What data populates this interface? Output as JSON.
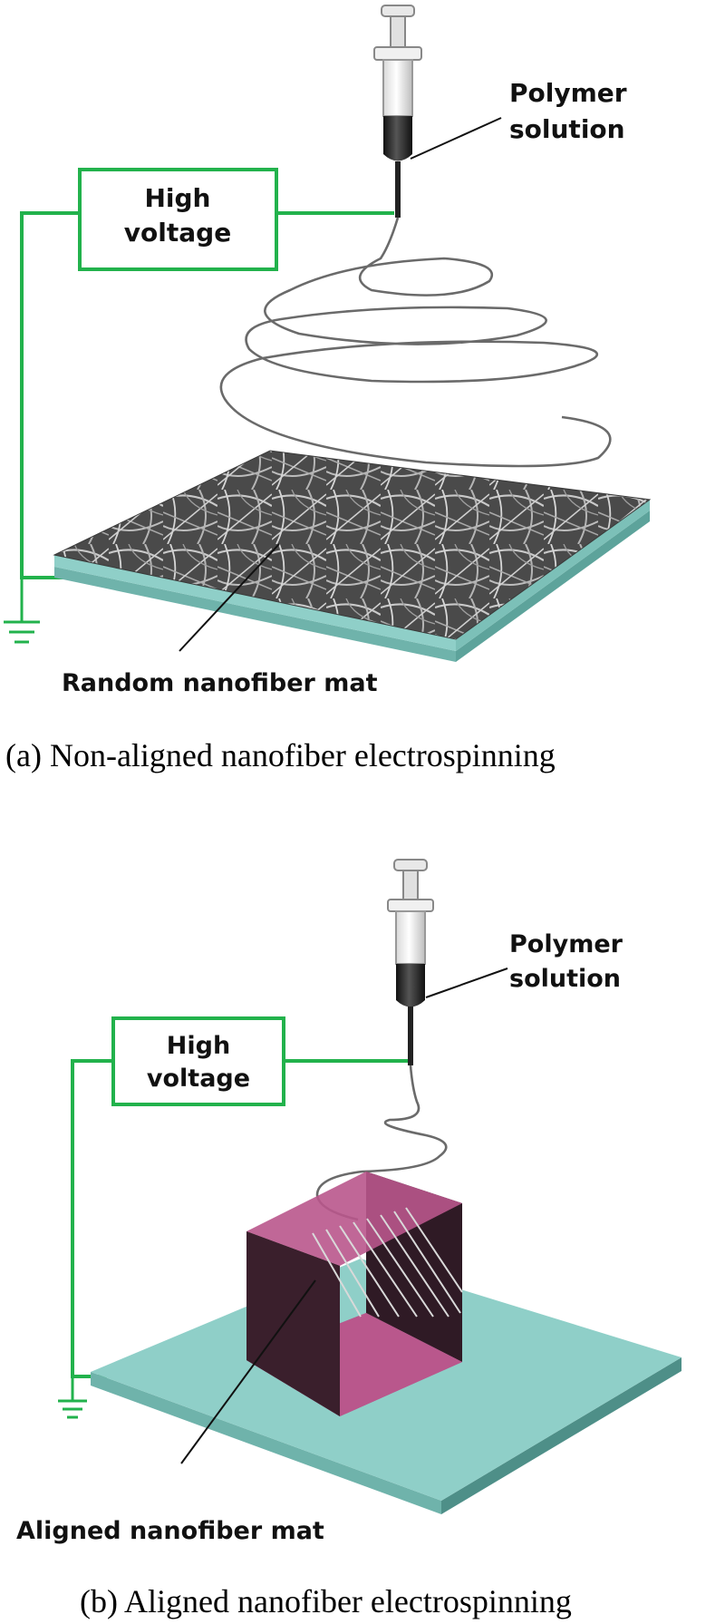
{
  "panel_a": {
    "caption": "(a) Non-aligned nanofiber electrospinning",
    "high_voltage_line1": "High",
    "high_voltage_line2": "voltage",
    "polymer_line1": "Polymer",
    "polymer_line2": "solution",
    "mat_label": "Random nanofiber mat"
  },
  "panel_b": {
    "caption": "(b) Aligned nanofiber electrospinning",
    "high_voltage_line1": "High",
    "high_voltage_line2": "voltage",
    "polymer_line1": "Polymer",
    "polymer_line2": "solution",
    "mat_label": "Aligned nanofiber mat"
  },
  "colors": {
    "wire": "#22b24c",
    "substrate_top": "#8fcfc8",
    "substrate_side": "#6fb3ab",
    "collector_dark": "#3a1f2c",
    "collector_pink": "#b9578c",
    "mat_gray": "#5a5a5a"
  }
}
